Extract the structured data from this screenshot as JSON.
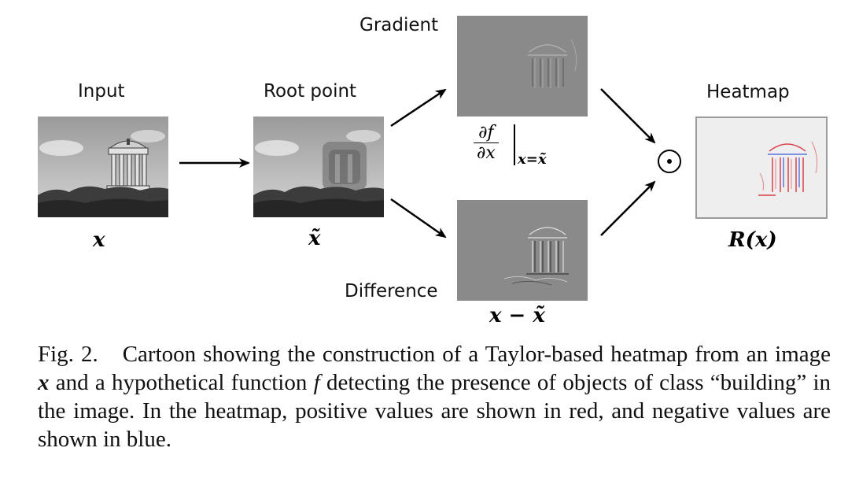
{
  "figure": {
    "labels": {
      "input": "Input",
      "root_point": "Root point",
      "gradient": "Gradient",
      "difference": "Difference",
      "heatmap": "Heatmap"
    },
    "math": {
      "x": "x",
      "x_tilde": "x̃",
      "grad_num": "∂f",
      "grad_den": "∂x",
      "grad_eval": "x=x̃",
      "diff": "x − x̃",
      "heatmap": "R(x)"
    },
    "colors": {
      "gray_panel": "#8a8a8a",
      "heatmap_bg": "#eeeeee",
      "relevance_positive": "#d9303a",
      "relevance_negative": "#3a5bd9"
    }
  },
  "caption": {
    "lead": "Fig. 2.",
    "part1": "Cartoon showing the construction of a Taylor-based heatmap from an image",
    "sym_x": "x",
    "part2": "and a hypothetical function",
    "sym_f": "f",
    "part3": "detecting the presence of objects of class “building” in the image. In the heatmap, positive values are shown in red, and negative values are shown in blue."
  }
}
